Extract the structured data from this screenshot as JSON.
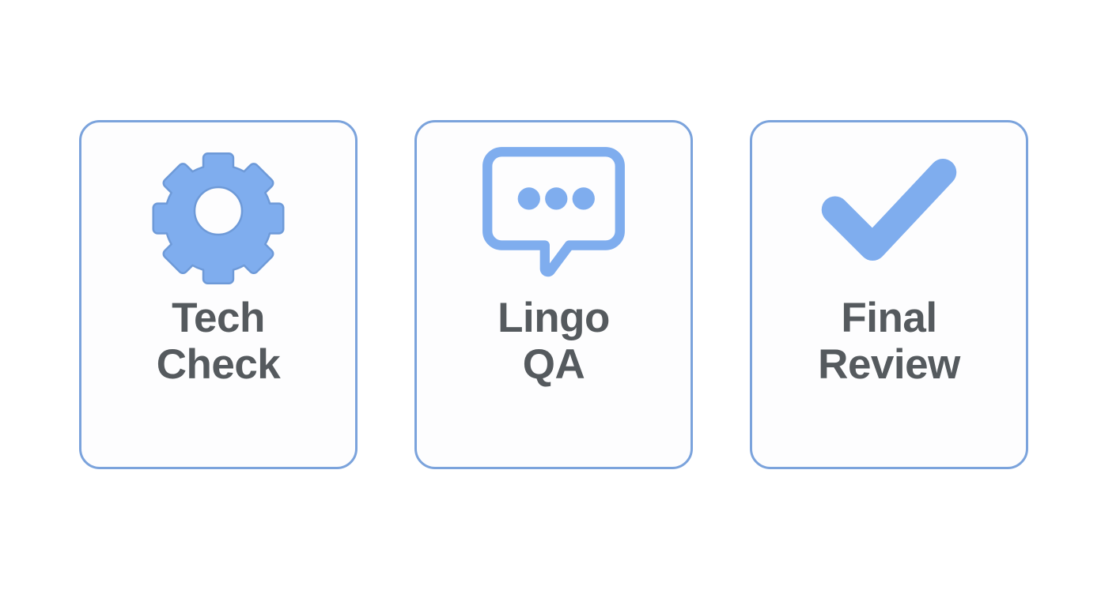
{
  "page": {
    "background_color": "#ffffff",
    "layout": "three-card-row"
  },
  "theme": {
    "accent_blue": "#7cace e",
    "icon_blue": "#7fadee",
    "border_blue": "#7ba3dc",
    "label_gray": "#555a5e",
    "card_fill": "#fdfdfe"
  },
  "cards": [
    {
      "id": "tech-check",
      "icon": "gear-icon",
      "label_line1": "Tech",
      "label_line2": "Check"
    },
    {
      "id": "lingo-qa",
      "icon": "speech-bubble-icon",
      "label_line1": "Lingo",
      "label_line2": "QA"
    },
    {
      "id": "final-review",
      "icon": "checkmark-icon",
      "label_line1": "Final",
      "label_line2": "Review"
    }
  ]
}
